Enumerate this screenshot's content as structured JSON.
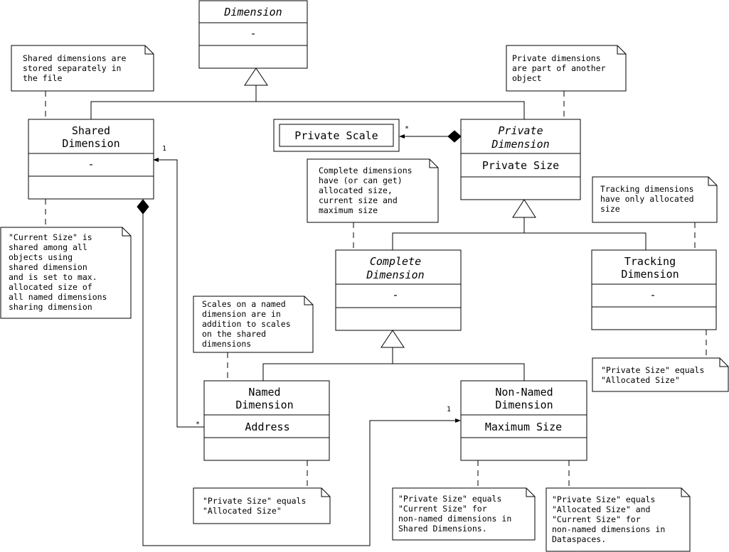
{
  "classes": {
    "dimension": {
      "name": [
        "Dimension"
      ],
      "attrs": [
        "-"
      ]
    },
    "shared": {
      "name": [
        "Shared",
        "Dimension"
      ],
      "attrs": [
        "-"
      ]
    },
    "private_scale": {
      "name": [
        "Private Scale"
      ]
    },
    "private": {
      "name": [
        "Private",
        "Dimension"
      ],
      "attrs": [
        "Private Size"
      ]
    },
    "complete": {
      "name": [
        "Complete",
        "Dimension"
      ],
      "attrs": [
        "-"
      ]
    },
    "tracking": {
      "name": [
        "Tracking",
        "Dimension"
      ],
      "attrs": [
        "-"
      ]
    },
    "named": {
      "name": [
        "Named",
        "Dimension"
      ],
      "attrs": [
        "Address"
      ]
    },
    "nonnamed": {
      "name": [
        "Non-Named",
        "Dimension"
      ],
      "attrs": [
        "Maximum Size"
      ]
    }
  },
  "notes": {
    "shared_note": [
      "Shared dimensions are",
      "stored separately in",
      "the file"
    ],
    "private_note": [
      "Private dimensions",
      "are part of another",
      "object"
    ],
    "complete_note": [
      "Complete dimensions",
      "have (or can get)",
      "allocated size,",
      "current size and",
      "maximum size"
    ],
    "tracking_note": [
      "Tracking dimensions",
      "have only allocated",
      "size"
    ],
    "current_note": [
      "\"Current Size\" is",
      "shared among all",
      "objects using",
      "shared dimension",
      "and is set to max.",
      "allocated size of",
      "all named dimensions",
      "sharing dimension"
    ],
    "scales_note": [
      "Scales on a named",
      "dimension are in",
      "addition to scales",
      "on the shared",
      "dimensions"
    ],
    "tracking_size_note": [
      "\"Private Size\" equals",
      "\"Allocated Size\""
    ],
    "named_size_note": [
      "\"Private Size\" equals",
      "\"Allocated Size\""
    ],
    "nn_shared_note": [
      "\"Private Size\" equals",
      "\"Current Size\" for",
      "non-named dimensions in",
      "Shared Dimensions."
    ],
    "nn_dataspace_note": [
      "\"Private Size\" equals",
      "\"Allocated Size\" and",
      "\"Current Size\" for",
      "non-named dimensions in",
      "Dataspaces."
    ]
  },
  "multiplicities": {
    "scale_many": "*",
    "shared_one": "1",
    "named_many": "*",
    "nonnamed_one": "1"
  }
}
